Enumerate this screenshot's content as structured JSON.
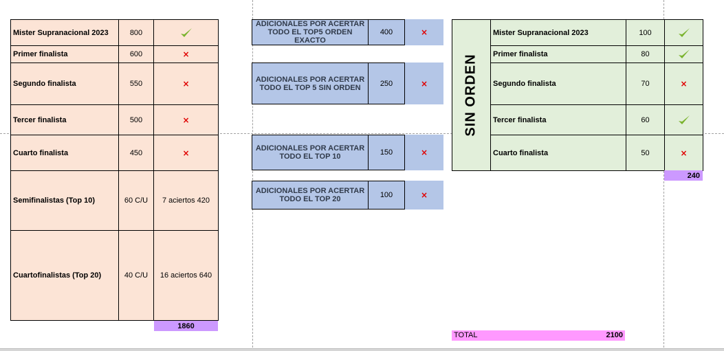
{
  "left_table": {
    "rows": [
      {
        "label": "Mister Supranacional 2023",
        "points": "800",
        "result": "check"
      },
      {
        "label": "Primer finalista",
        "points": "600",
        "result": "x"
      },
      {
        "label": "Segundo finalista",
        "points": "550",
        "result": "x"
      },
      {
        "label": "Tercer finalista",
        "points": "500",
        "result": "x"
      },
      {
        "label": "Cuarto finalista",
        "points": "450",
        "result": "x"
      },
      {
        "label": "Semifinalistas (Top 10)",
        "points": "60 C/U",
        "result": "7 aciertos 420"
      },
      {
        "label": "Cuartofinalistas (Top 20)",
        "points": "40 C/U",
        "result": "16 aciertos 640"
      }
    ],
    "subtotal": "1860"
  },
  "bonus": [
    {
      "label": "ADICIONALES POR ACERTAR TODO EL TOP5 ORDEN EXACTO",
      "points": "400",
      "result": "x"
    },
    {
      "label": "ADICIONALES POR ACERTAR TODO EL TOP 5 SIN ORDEN",
      "points": "250",
      "result": "x"
    },
    {
      "label": "ADICIONALES POR ACERTAR TODO EL TOP 10",
      "points": "150",
      "result": "x"
    },
    {
      "label": "ADICIONALES POR ACERTAR TODO EL TOP 20",
      "points": "100",
      "result": "x"
    }
  ],
  "right_table": {
    "side_label": "SIN ORDEN",
    "rows": [
      {
        "label": "Mister Supranacional 2023",
        "points": "100",
        "result": "check"
      },
      {
        "label": "Primer finalista",
        "points": "80",
        "result": "check"
      },
      {
        "label": "Segundo finalista",
        "points": "70",
        "result": "x"
      },
      {
        "label": "Tercer finalista",
        "points": "60",
        "result": "check"
      },
      {
        "label": "Cuarto finalista",
        "points": "50",
        "result": "x"
      }
    ],
    "subtotal": "240"
  },
  "grand_total": {
    "label": "TOTAL",
    "value": "2100"
  },
  "symbols": {
    "x": "×"
  },
  "colors": {
    "peach": "#fce4d6",
    "green": "#e2efda",
    "blue": "#b4c6e7",
    "violet": "#cc99ff",
    "pink": "#ff99ff",
    "check": "#7ab32e",
    "cross": "#e00000"
  }
}
